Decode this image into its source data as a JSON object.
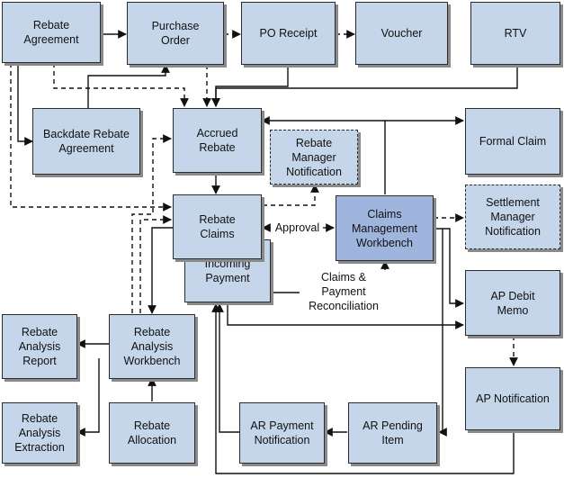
{
  "nodes": {
    "rebate_agreement": "Rebate\nAgreement",
    "purchase_order": "Purchase\nOrder",
    "po_receipt": "PO Receipt",
    "voucher": "Voucher",
    "rtv": "RTV",
    "backdate_rebate_agreement": "Backdate Rebate\nAgreement",
    "accrued_rebate": "Accrued\nRebate",
    "rebate_manager_notification": "Rebate\nManager\nNotification",
    "formal_claim": "Formal Claim",
    "rebate_claims": "Rebate\nClaims",
    "claims_management_workbench": "Claims\nManagement\nWorkbench",
    "settlement_manager_notification": "Settlement\nManager\nNotification",
    "incoming_payment": "Incoming\nPayment",
    "ap_debit_memo": "AP Debit\nMemo",
    "rebate_analysis_report": "Rebate\nAnalysis\nReport",
    "rebate_analysis_workbench": "Rebate\nAnalysis\nWorkbench",
    "ap_notification": "AP Notification",
    "rebate_analysis_extraction": "Rebate\nAnalysis\nExtraction",
    "rebate_allocation": "Rebate\nAllocation",
    "ar_payment_notification": "AR Payment\nNotification",
    "ar_pending_item": "AR Pending\nItem"
  },
  "labels": {
    "approval": "Approval",
    "claims_payment_reconciliation": "Claims &\nPayment\nReconciliation"
  }
}
